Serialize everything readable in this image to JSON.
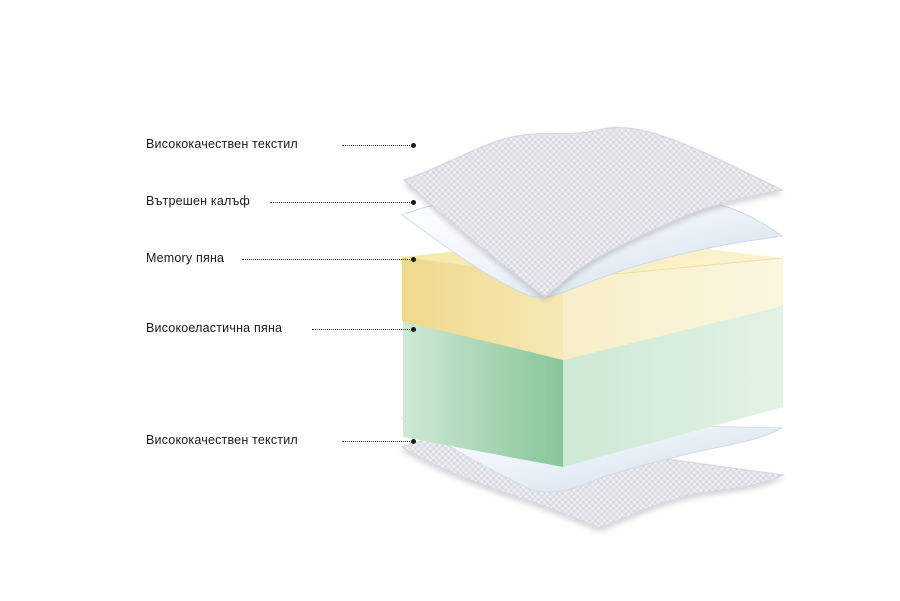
{
  "callouts": [
    {
      "id": "top-textile",
      "text": "Висококачествен текстил"
    },
    {
      "id": "inner-cover",
      "text": "Вътрешен калъф"
    },
    {
      "id": "memory-foam",
      "text": "Memory пяна"
    },
    {
      "id": "high-elastic-foam",
      "text": "Високоеластична пяна"
    },
    {
      "id": "bottom-textile",
      "text": "Висококачествен текстил"
    }
  ],
  "colors": {
    "textile": "#e4e3ea",
    "inner_cover": "#e6eef6",
    "memory_foam": "#f3e6a8",
    "elastic_foam": "#b9dfc4",
    "leader": "#333333"
  }
}
